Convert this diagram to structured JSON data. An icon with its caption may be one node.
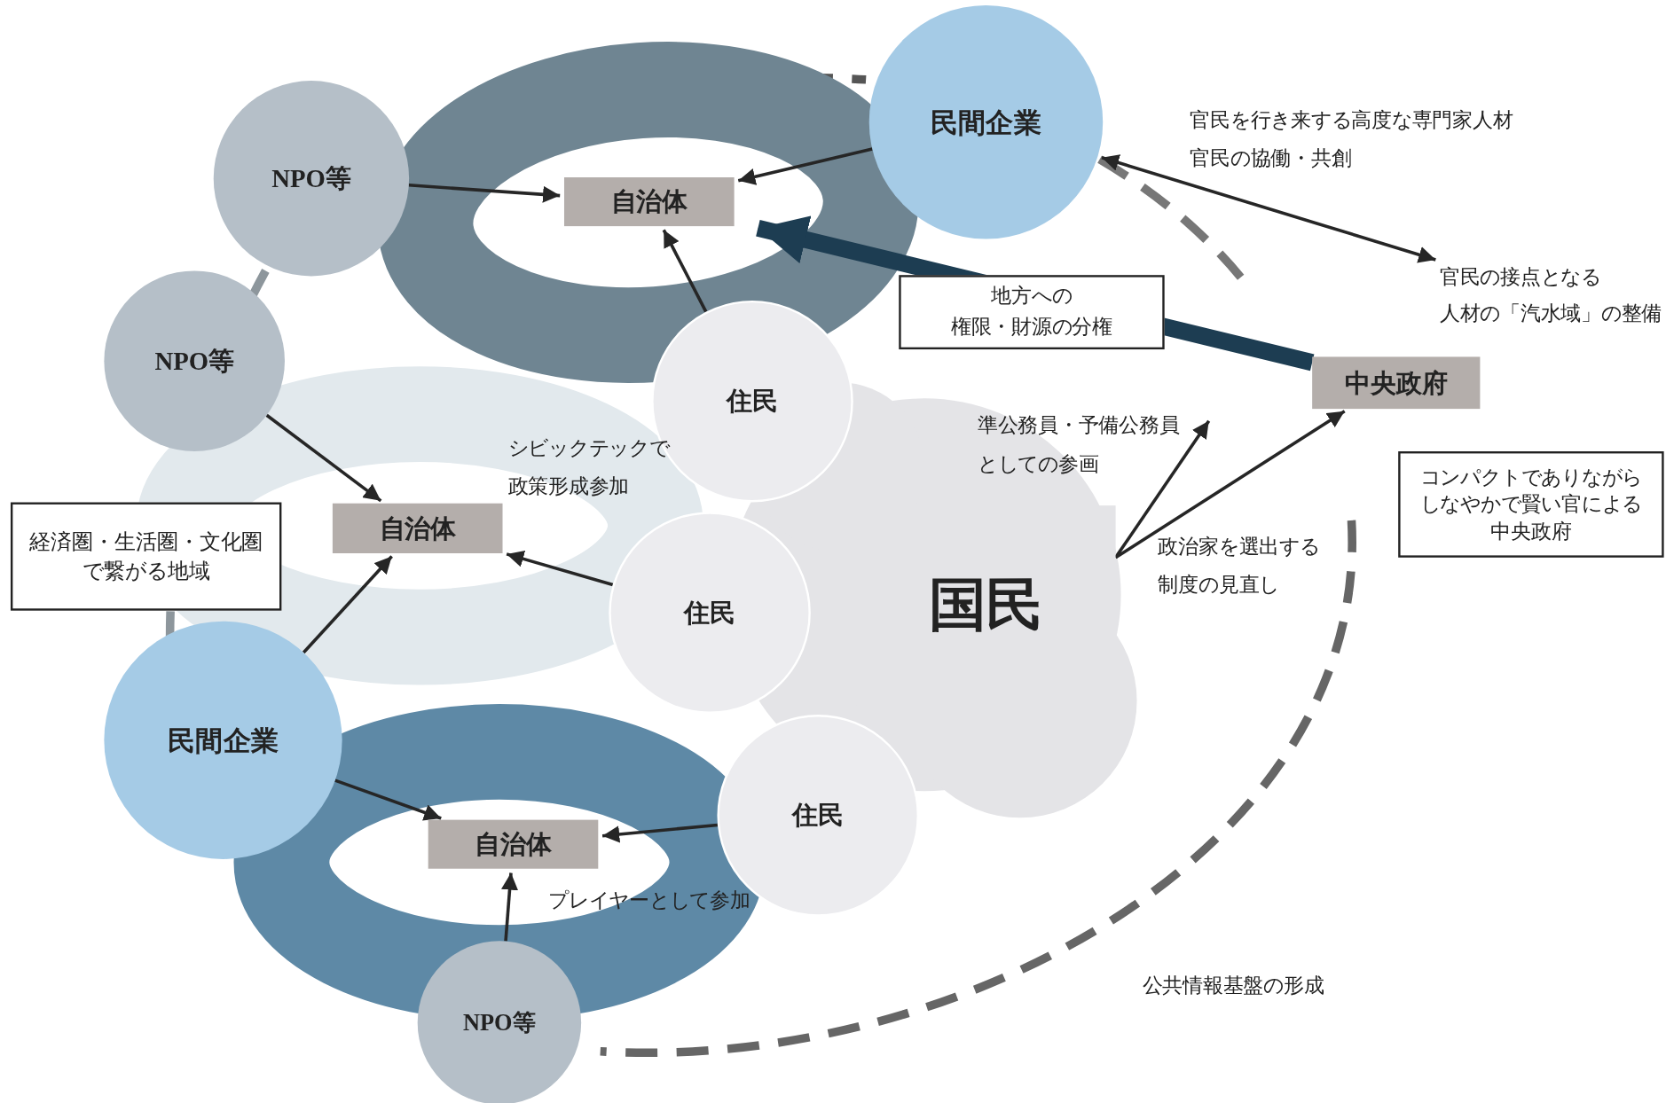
{
  "diagram": {
    "nodes": [
      {
        "text": [
          "民間企業"
        ]
      },
      {
        "text": [
          "NPO等"
        ]
      },
      {
        "text": [
          "自治体"
        ]
      },
      {
        "text": [
          "NPO等"
        ]
      },
      {
        "text": [
          "自治体"
        ]
      },
      {
        "text": [
          "経済圏・生活圏・文化圏で繋がる地域"
        ]
      },
      {
        "text": [
          "民間企業"
        ]
      },
      {
        "text": [
          "自治体"
        ]
      },
      {
        "text": [
          "NPO等"
        ]
      },
      {
        "text": [
          "住民"
        ]
      },
      {
        "text": [
          "住民"
        ]
      },
      {
        "text": [
          "住民"
        ]
      },
      {
        "text": [
          "国民"
        ]
      },
      {
        "text": [
          "中央政府"
        ]
      },
      {
        "text": [
          "コンパクトでありながらしなやかで賢い官による中央政府"
        ]
      },
      {
        "text": [
          "官民の接点となる人材の「汽水域」の整備"
        ]
      }
    ],
    "edges": [
      {
        "from": 0,
        "to": 15,
        "arrow": "both",
        "label": "官民を行き来する高度な専門家人材官民の協働・共創"
      },
      {
        "from": 1,
        "to": 2,
        "arrow": "to"
      },
      {
        "from": 0,
        "to": 2,
        "arrow": "to"
      },
      {
        "from": 9,
        "to": 2,
        "arrow": "to"
      },
      {
        "from": 13,
        "to": 2,
        "arrow": "to",
        "style": "thick",
        "color": "#1d3d52",
        "label": "地方への権限・財源の分権"
      },
      {
        "from": 3,
        "to": 4,
        "arrow": "to"
      },
      {
        "from": 10,
        "to": 4,
        "arrow": "to",
        "label": "シビックテックで政策形成参加"
      },
      {
        "from": 6,
        "to": 4,
        "arrow": "to"
      },
      {
        "from": 6,
        "to": 7,
        "arrow": "to"
      },
      {
        "from": 11,
        "to": 7,
        "arrow": "to",
        "label": "プレイヤーとして参加"
      },
      {
        "from": 8,
        "to": 7,
        "arrow": "to"
      },
      {
        "from": 12,
        "to": null,
        "arrow": "to",
        "label": "準公務員・予備公務員としての参画"
      },
      {
        "from": 12,
        "to": 13,
        "arrow": "to",
        "label": "政治家を選出する制度の見直し"
      }
    ],
    "labels": [
      "公共情報基盤の形成"
    ]
  }
}
